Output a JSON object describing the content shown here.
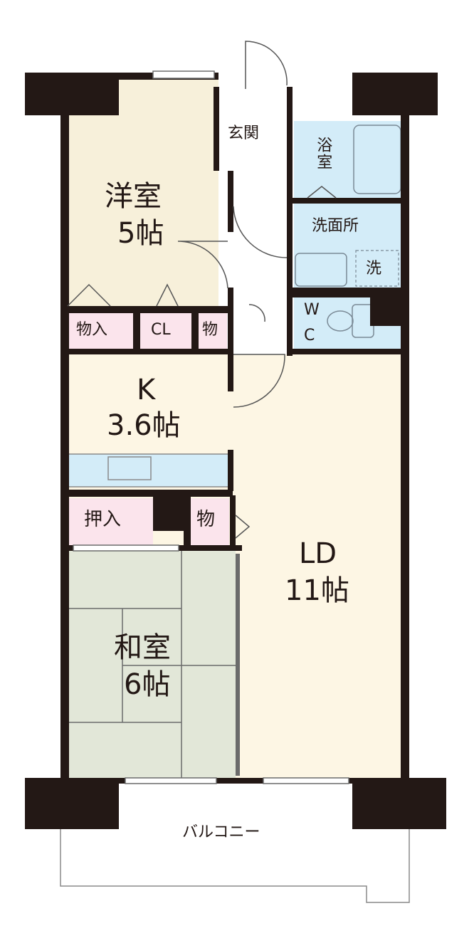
{
  "rooms": {
    "western": {
      "name": "洋室",
      "size": "5帖"
    },
    "entrance": {
      "name": "玄関"
    },
    "bath": {
      "name": "浴室"
    },
    "washroom": {
      "name": "洗面所",
      "washer": "洗"
    },
    "wc": {
      "top": "W",
      "bottom": "C"
    },
    "storage1": {
      "name": "物入"
    },
    "closet": {
      "name": "CL"
    },
    "storage2": {
      "name": "物"
    },
    "kitchen": {
      "name": "K",
      "size": "3.6帖"
    },
    "oshiire": {
      "name": "押入"
    },
    "storage3": {
      "name": "物"
    },
    "living": {
      "name": "LD",
      "size": "11帖"
    },
    "japanese": {
      "name": "和室",
      "size": "6帖"
    },
    "balcony": {
      "name": "バルコニー"
    }
  },
  "colors": {
    "wall": "#231815",
    "western_floor": "#f7f0da",
    "living_floor": "#fdf6e4",
    "wet_area": "#d3ecf8",
    "storage": "#fbe4ec",
    "tatami": "#e2e7d8",
    "counter": "#d3ecf8"
  }
}
